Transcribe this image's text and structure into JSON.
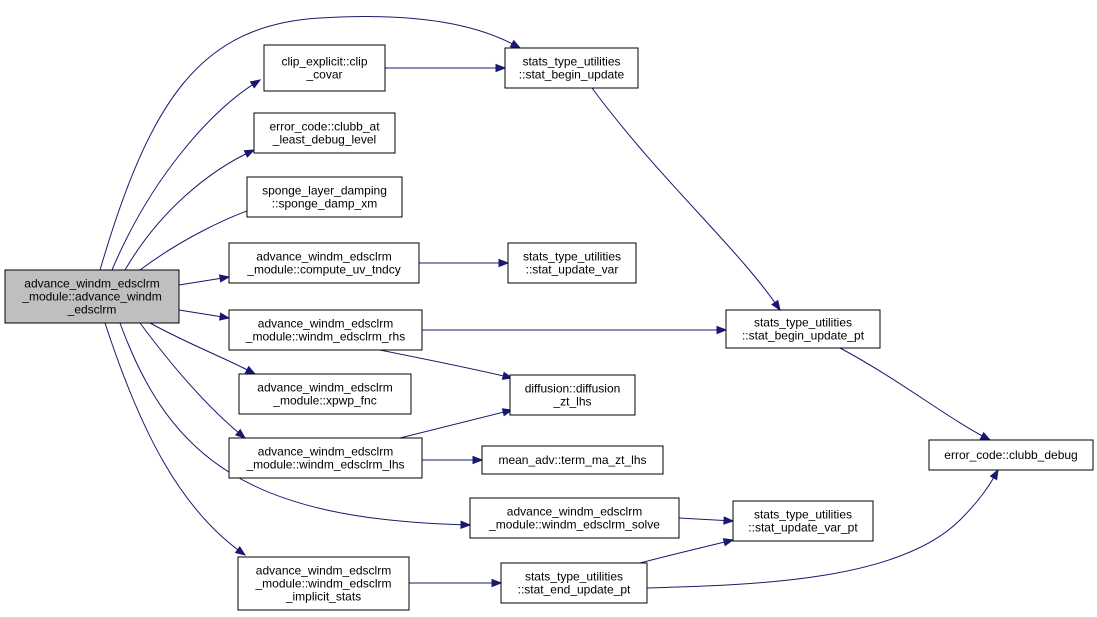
{
  "graph": {
    "colors": {
      "edge": "#191970",
      "root_fill": "#bfbfbf",
      "node_fill": "#ffffff",
      "border": "#000000"
    },
    "nodes": {
      "root": {
        "lines": [
          "advance_windm_edsclrm",
          "_module::advance_windm",
          "_edsclrm"
        ]
      },
      "clip_covar": {
        "lines": [
          "clip_explicit::clip",
          "_covar"
        ]
      },
      "stat_begin_update": {
        "lines": [
          "stats_type_utilities",
          "::stat_begin_update"
        ]
      },
      "clubb_at_least_debug_level": {
        "lines": [
          "error_code::clubb_at",
          "_least_debug_level"
        ]
      },
      "sponge_damp_xm": {
        "lines": [
          "sponge_layer_damping",
          "::sponge_damp_xm"
        ]
      },
      "compute_uv_tndcy": {
        "lines": [
          "advance_windm_edsclrm",
          "_module::compute_uv_tndcy"
        ]
      },
      "stat_update_var": {
        "lines": [
          "stats_type_utilities",
          "::stat_update_var"
        ]
      },
      "windm_edsclrm_rhs": {
        "lines": [
          "advance_windm_edsclrm",
          "_module::windm_edsclrm_rhs"
        ]
      },
      "stat_begin_update_pt": {
        "lines": [
          "stats_type_utilities",
          "::stat_begin_update_pt"
        ]
      },
      "xpwp_fnc": {
        "lines": [
          "advance_windm_edsclrm",
          "_module::xpwp_fnc"
        ]
      },
      "diffusion_zt_lhs": {
        "lines": [
          "diffusion::diffusion",
          "_zt_lhs"
        ]
      },
      "windm_edsclrm_lhs": {
        "lines": [
          "advance_windm_edsclrm",
          "_module::windm_edsclrm_lhs"
        ]
      },
      "term_ma_zt_lhs": {
        "lines": [
          "mean_adv::term_ma_zt_lhs"
        ]
      },
      "clubb_debug": {
        "lines": [
          "error_code::clubb_debug"
        ]
      },
      "windm_edsclrm_solve": {
        "lines": [
          "advance_windm_edsclrm",
          "_module::windm_edsclrm_solve"
        ]
      },
      "stat_update_var_pt": {
        "lines": [
          "stats_type_utilities",
          "::stat_update_var_pt"
        ]
      },
      "windm_edsclrm_implicit_stats": {
        "lines": [
          "advance_windm_edsclrm",
          "_module::windm_edsclrm",
          "_implicit_stats"
        ]
      },
      "stat_end_update_pt": {
        "lines": [
          "stats_type_utilities",
          "::stat_end_update_pt"
        ]
      }
    },
    "edges": [
      [
        "root",
        "stat_begin_update"
      ],
      [
        "root",
        "clip_covar"
      ],
      [
        "root",
        "clubb_at_least_debug_level"
      ],
      [
        "root",
        "sponge_damp_xm"
      ],
      [
        "root",
        "compute_uv_tndcy"
      ],
      [
        "root",
        "windm_edsclrm_rhs"
      ],
      [
        "root",
        "xpwp_fnc"
      ],
      [
        "root",
        "windm_edsclrm_lhs"
      ],
      [
        "root",
        "windm_edsclrm_solve"
      ],
      [
        "root",
        "windm_edsclrm_implicit_stats"
      ],
      [
        "clip_covar",
        "stat_begin_update"
      ],
      [
        "stat_begin_update",
        "stat_begin_update_pt"
      ],
      [
        "compute_uv_tndcy",
        "stat_update_var"
      ],
      [
        "windm_edsclrm_rhs",
        "stat_begin_update_pt"
      ],
      [
        "windm_edsclrm_rhs",
        "diffusion_zt_lhs"
      ],
      [
        "stat_begin_update_pt",
        "clubb_debug"
      ],
      [
        "windm_edsclrm_lhs",
        "diffusion_zt_lhs"
      ],
      [
        "windm_edsclrm_lhs",
        "term_ma_zt_lhs"
      ],
      [
        "windm_edsclrm_solve",
        "stat_update_var_pt"
      ],
      [
        "windm_edsclrm_implicit_stats",
        "stat_end_update_pt"
      ],
      [
        "stat_end_update_pt",
        "stat_update_var_pt"
      ],
      [
        "stat_end_update_pt",
        "clubb_debug"
      ]
    ]
  }
}
